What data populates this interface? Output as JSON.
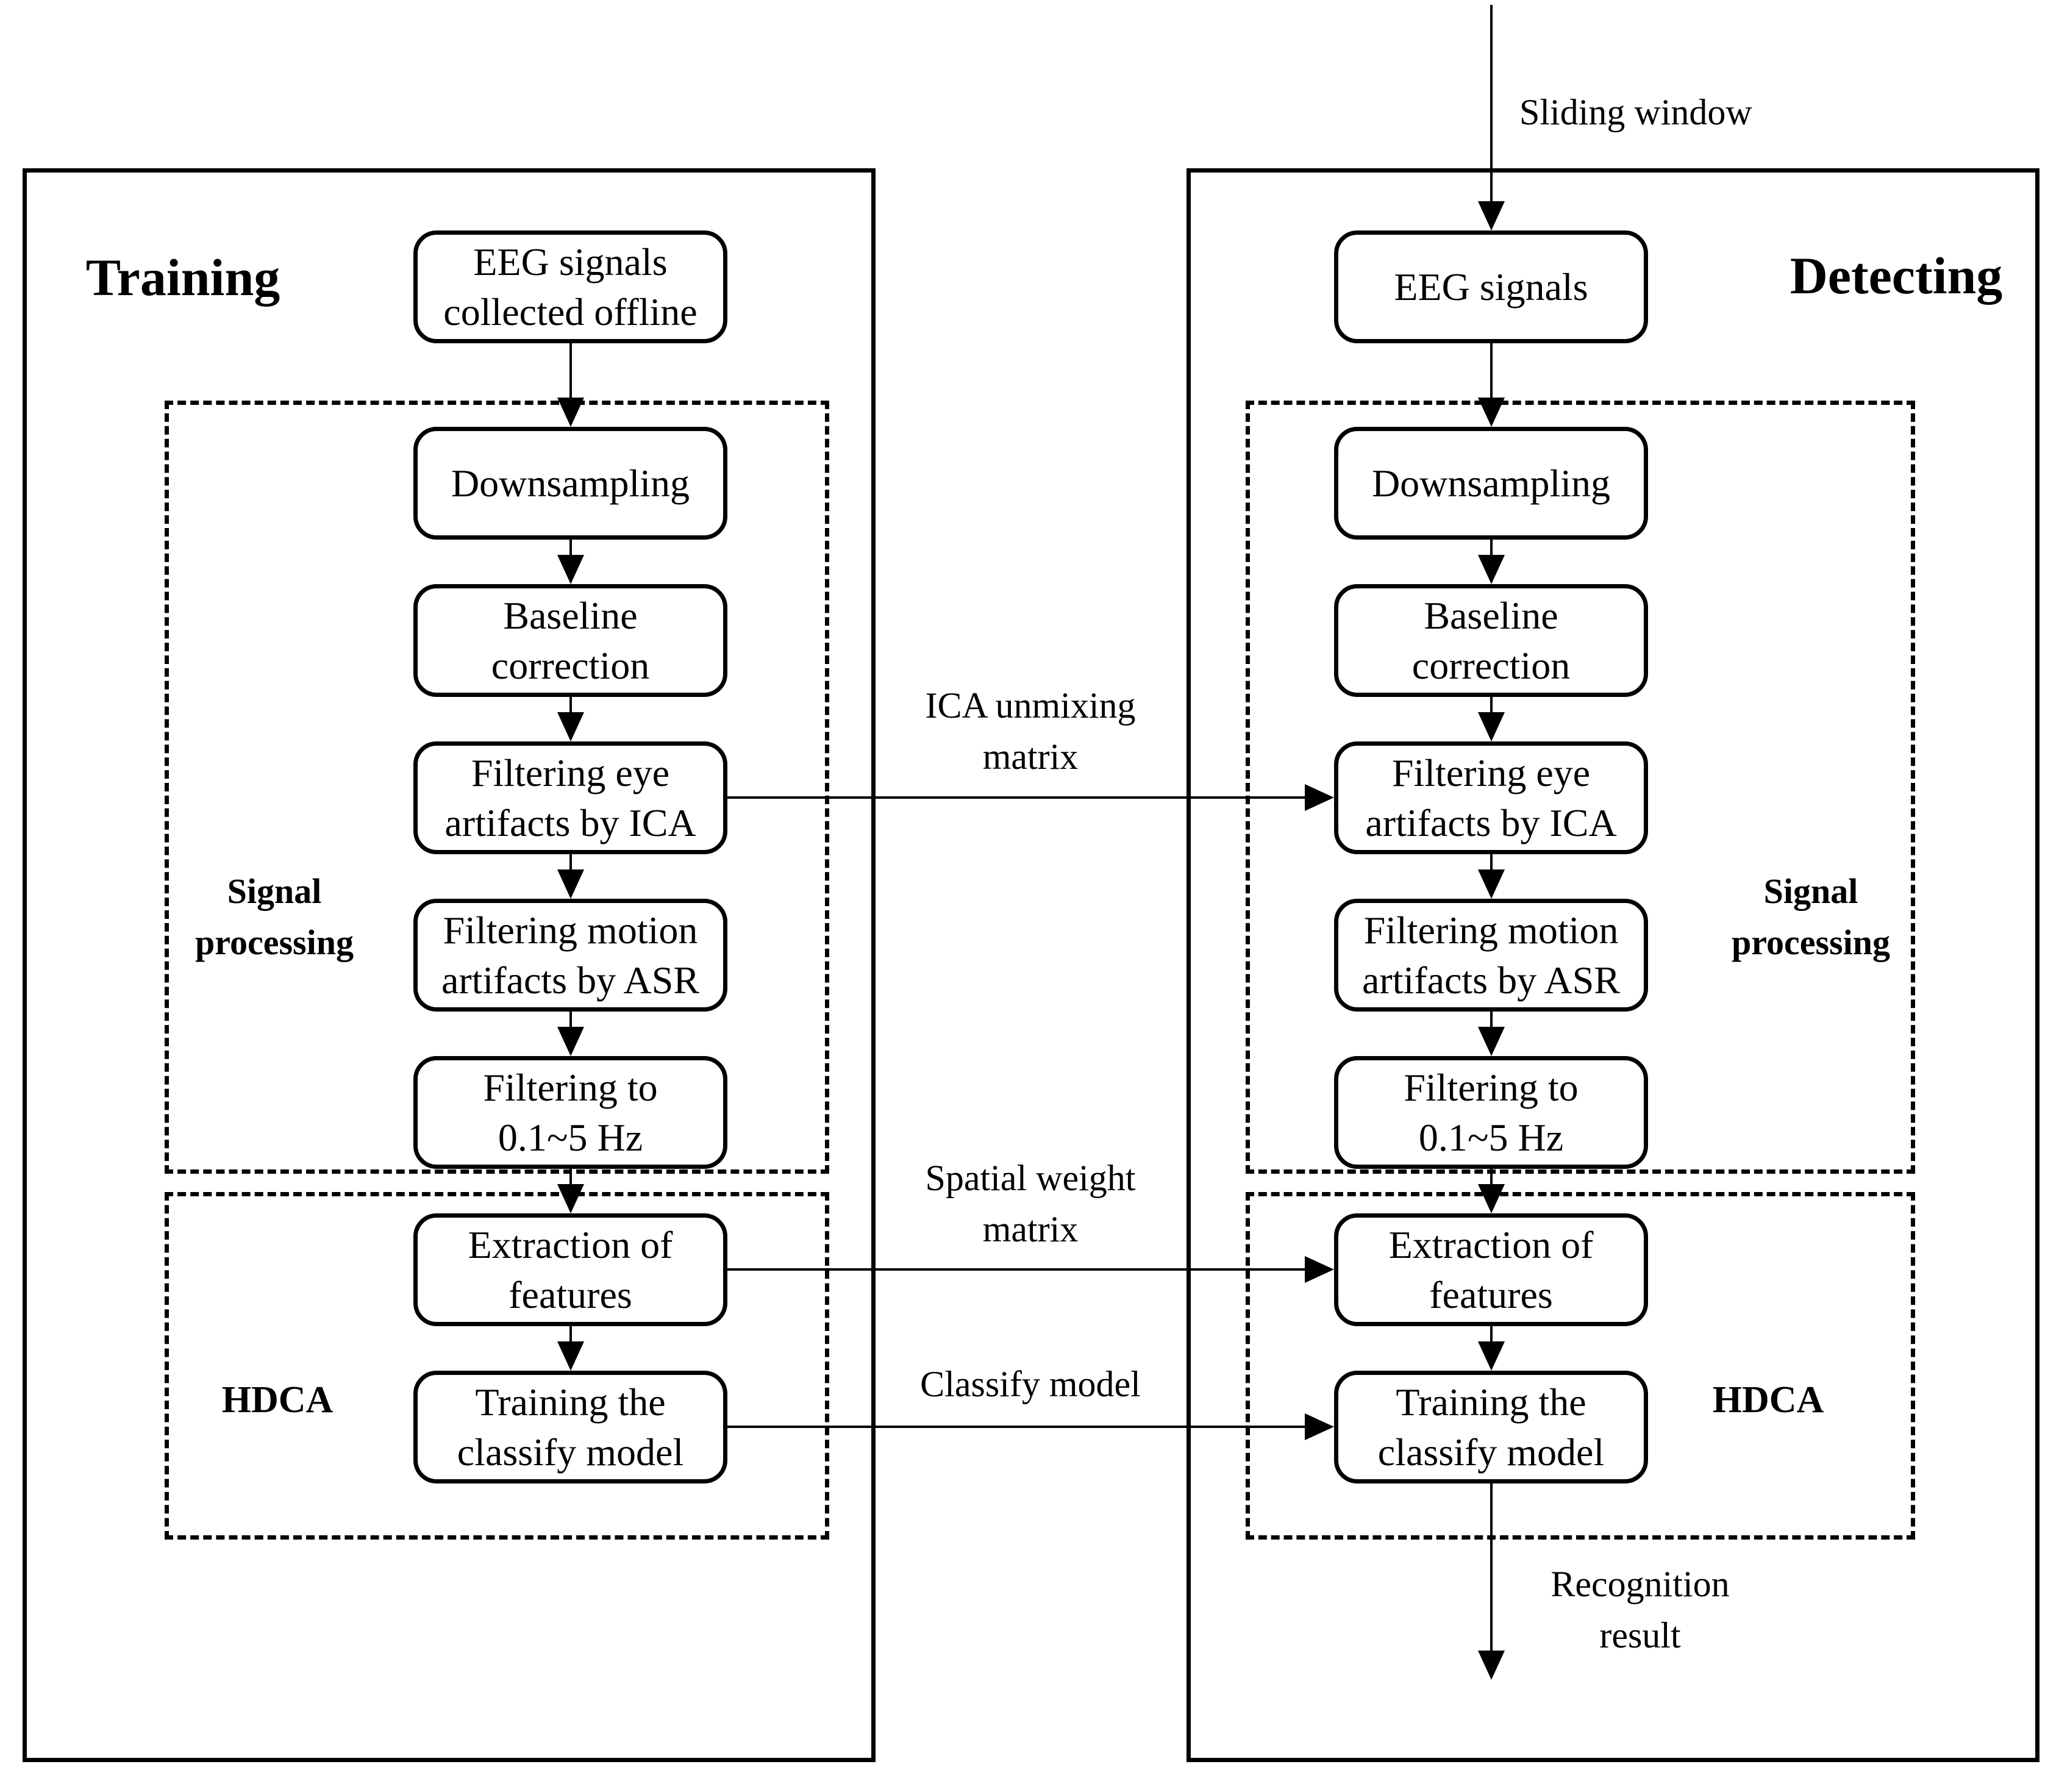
{
  "training": {
    "title": "Training",
    "signal_processing_label": "Signal\nprocessing",
    "hdca_label": "HDCA",
    "boxes": [
      "EEG signals\ncollected offline",
      "Downsampling",
      "Baseline\ncorrection",
      "Filtering eye\nartifacts by ICA",
      "Filtering motion\nartifacts by ASR",
      "Filtering to\n0.1~5 Hz",
      "Extraction of\nfeatures",
      "Training the\nclassify model"
    ]
  },
  "detecting": {
    "title": "Detecting",
    "signal_processing_label": "Signal\nprocessing",
    "hdca_label": "HDCA",
    "boxes": [
      "EEG signals",
      "Downsampling",
      "Baseline\ncorrection",
      "Filtering eye\nartifacts by ICA",
      "Filtering motion\nartifacts by ASR",
      "Filtering to\n0.1~5 Hz",
      "Extraction of\nfeatures",
      "Training the\nclassify model"
    ]
  },
  "annotations": {
    "sliding_window": "Sliding window",
    "ica_unmixing_matrix": "ICA unmixing\nmatrix",
    "spatial_weight_matrix": "Spatial weight\nmatrix",
    "classify_model": "Classify model",
    "recognition_result": "Recognition\nresult"
  },
  "colors": {
    "line": "#000000",
    "background": "#ffffff"
  }
}
